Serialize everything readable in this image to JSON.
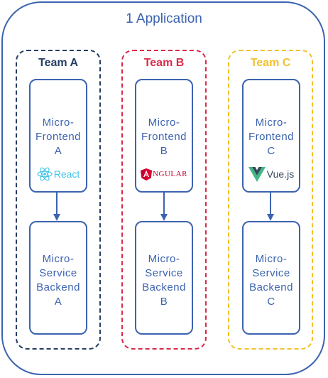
{
  "app": {
    "title": "1 Application"
  },
  "colors": {
    "app": "#3c63b0",
    "team_a": "#263e63",
    "team_b": "#d92b4b",
    "team_c": "#f2c12e"
  },
  "teams": [
    {
      "label": "Team A",
      "frontend": {
        "line1": "Micro-",
        "line2": "Frontend",
        "line3": "A",
        "logo_text": "React",
        "logo_icon": "react-icon"
      },
      "backend": {
        "line1": "Micro-",
        "line2": "Service",
        "line3": "Backend",
        "line4": "A"
      }
    },
    {
      "label": "Team B",
      "frontend": {
        "line1": "Micro-",
        "line2": "Frontend",
        "line3": "B",
        "logo_text": "NGULAR",
        "logo_icon": "angular-icon"
      },
      "backend": {
        "line1": "Micro-",
        "line2": "Service",
        "line3": "Backend",
        "line4": "B"
      }
    },
    {
      "label": "Team C",
      "frontend": {
        "line1": "Micro-",
        "line2": "Frontend",
        "line3": "C",
        "logo_text": "Vue.js",
        "logo_icon": "vue-icon"
      },
      "backend": {
        "line1": "Micro-",
        "line2": "Service",
        "line3": "Backend",
        "line4": "C"
      }
    }
  ]
}
